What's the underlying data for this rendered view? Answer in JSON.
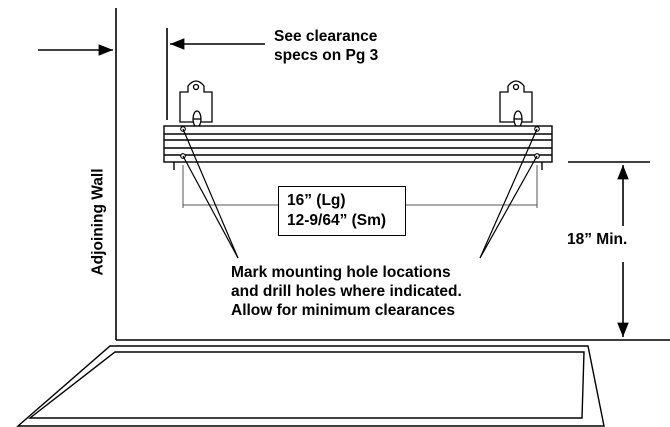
{
  "labels": {
    "clearance_line1": "See clearance",
    "clearance_line2": "specs on Pg 3",
    "spacing_large": "16” (Lg)",
    "spacing_small": "12-9/64” (Sm)",
    "min_height": "18” Min.",
    "wall": "Adjoining Wall",
    "instruction_line1": "Mark mounting hole locations",
    "instruction_line2": "and drill holes where indicated.",
    "instruction_line3": "Allow for minimum clearances"
  },
  "colors": {
    "stroke": "#000000",
    "fixture_fill": "#ffffff",
    "guide_gray": "#555555"
  }
}
